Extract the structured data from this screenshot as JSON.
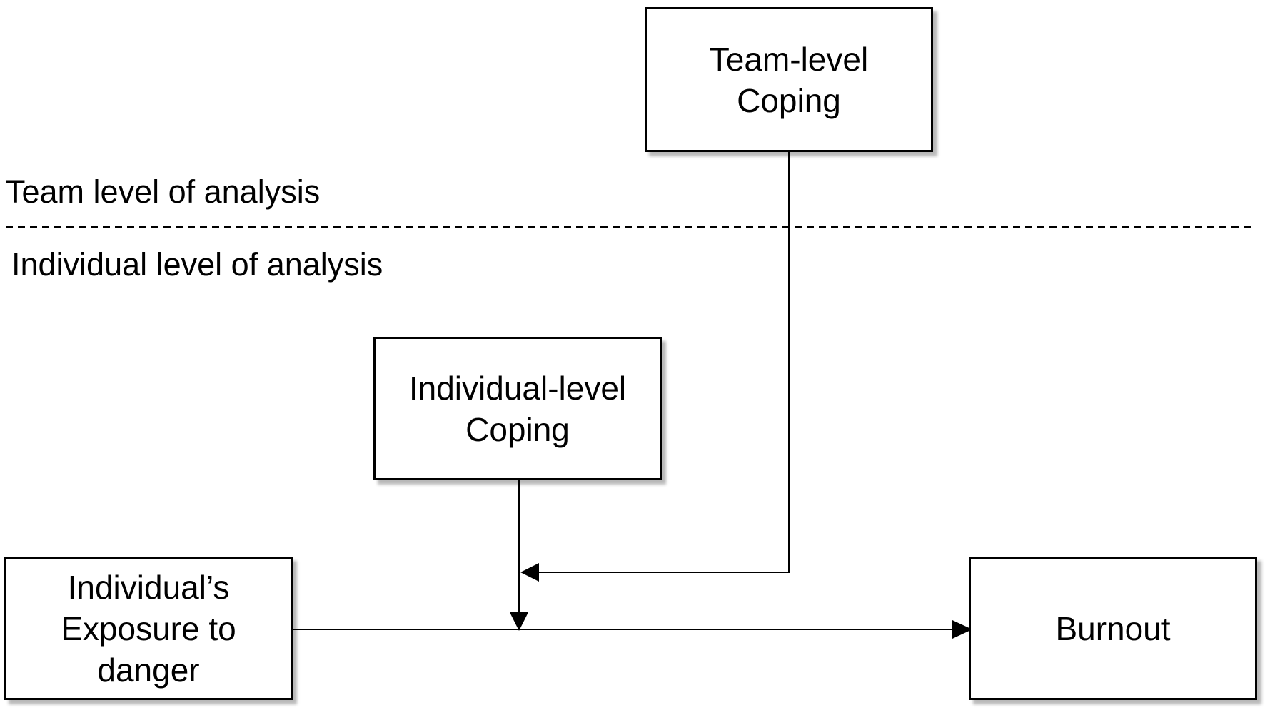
{
  "levels": {
    "team": "Team level of analysis",
    "individual": "Individual level of analysis"
  },
  "nodes": {
    "team_coping": "Team-level\nCoping",
    "individual_coping": "Individual-level\nCoping",
    "exposure": "Individual’s\nExposure to\ndanger",
    "burnout": "Burnout"
  },
  "edges": [
    {
      "from": "exposure",
      "to": "burnout",
      "kind": "direct-path"
    },
    {
      "from": "individual_coping",
      "to": "exposure-burnout path",
      "kind": "moderation"
    },
    {
      "from": "team_coping",
      "to": "individual-coping moderation",
      "kind": "cross-level moderation"
    }
  ]
}
